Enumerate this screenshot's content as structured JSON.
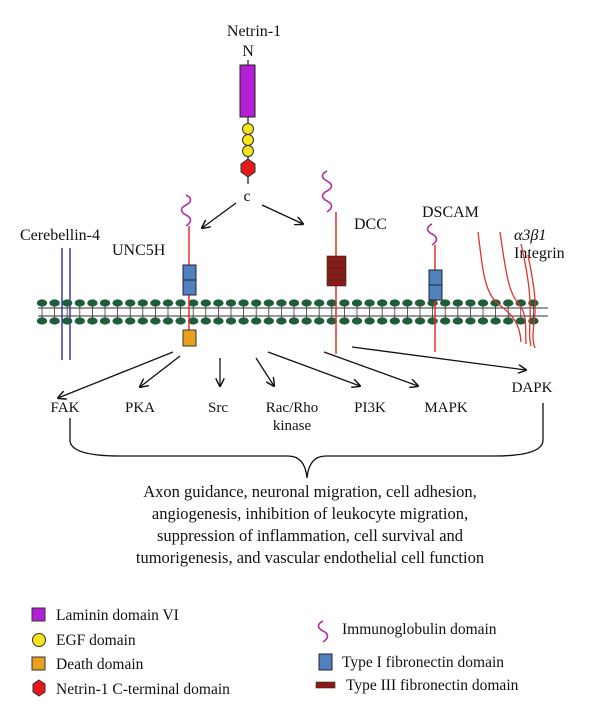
{
  "ligand": {
    "name": "Netrin-1",
    "n_terminus": "N",
    "c_terminus": "c"
  },
  "receptors": {
    "cerebellin": "Cerebellin-4",
    "unc5h": "UNC5H",
    "dcc": "DCC",
    "dscam": "DSCAM",
    "integrin_line1": "α3β1",
    "integrin_line2": "Integrin"
  },
  "signals": [
    "FAK",
    "PKA",
    "Src",
    "Rac/Rho",
    "kinase",
    "PI3K",
    "MAPK",
    "DAPK"
  ],
  "summary": [
    "Axon guidance, neuronal migration, cell adhesion,",
    "angiogenesis, inhibition of leukocyte migration,",
    "suppression of inflammation, cell survival and",
    "tumorigenesis, and vascular endothelial cell function"
  ],
  "legend": {
    "laminin": "Laminin domain VI",
    "egf": "EGF domain",
    "death": "Death domain",
    "netrin_c": "Netrin-1 C-terminal domain",
    "ig": "Immunoglobulin domain",
    "fn1": "Type I fibronectin domain",
    "fn3": "Type III fibronectin domain"
  },
  "colors": {
    "laminin": "#b31fd4",
    "egf": "#f7e41a",
    "death": "#e8a01d",
    "netrin_c": "#e31a1a",
    "ig": "#b0309e",
    "fn1": "#4f81bd",
    "fn3": "#8b1a1a",
    "membrane": "#1e5c3a",
    "cerebellin": "#3a3aa8",
    "red_line": "#e0332b"
  }
}
